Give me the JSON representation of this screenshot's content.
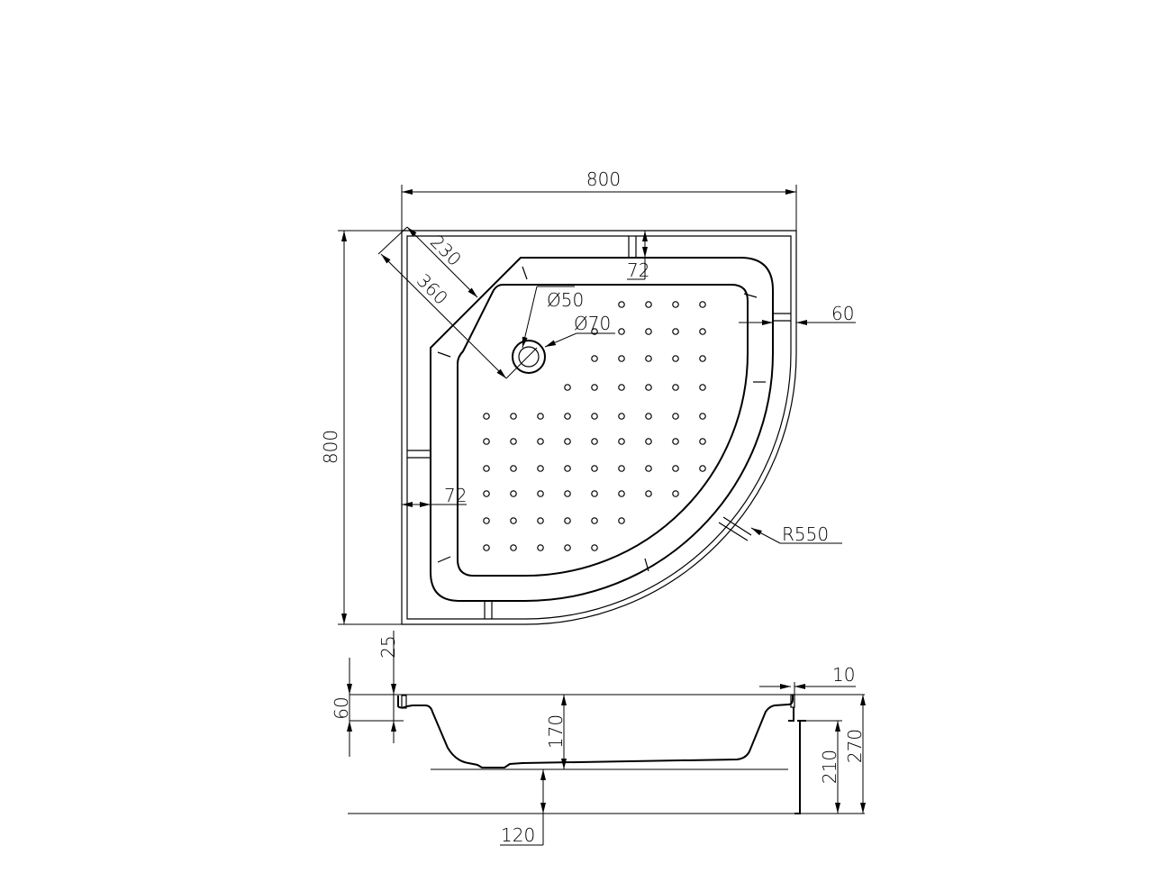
{
  "drawing": {
    "title": "Quarter-round shower tray technical drawing",
    "plan_dims": {
      "width": "800",
      "depth": "800",
      "corner_inner": "230",
      "corner_outer": "360",
      "rim_top": "72",
      "rim_left": "72",
      "rim_right": "60",
      "drain_inner": "Ø50",
      "drain_outer": "Ø70",
      "radius": "R550"
    },
    "section_dims": {
      "lip": "25",
      "edge": "60",
      "wall": "10",
      "basin_depth": "170",
      "panel_height": "210",
      "total_height": "270",
      "base_clearance": "120"
    }
  },
  "colors": {
    "line": "#000000",
    "background": "#ffffff"
  }
}
